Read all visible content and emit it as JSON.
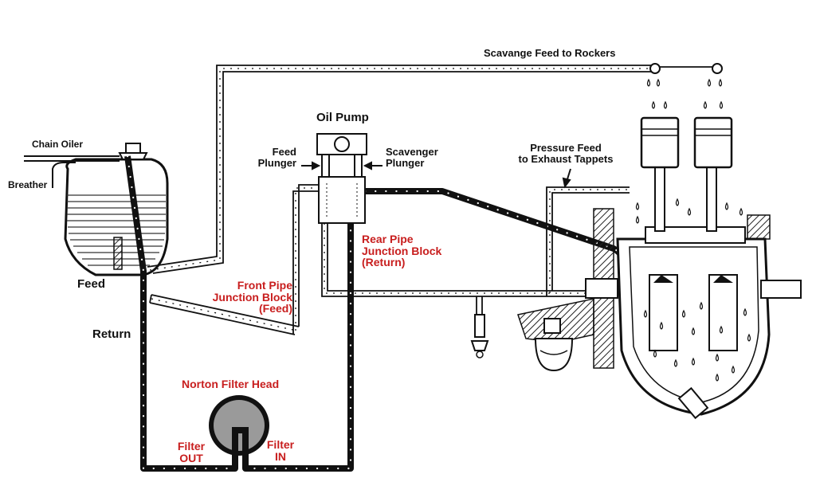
{
  "labels": {
    "scavenge_feed": "Scavange Feed to Rockers",
    "chain_oiler": "Chain Oiler",
    "breather": "Breather",
    "oil_pump": "Oil Pump",
    "feed_plunger_1": "Feed",
    "feed_plunger_2": "Plunger",
    "scavenger_plunger_1": "Scavenger",
    "scavenger_plunger_2": "Plunger",
    "pressure_feed_1": "Pressure Feed",
    "pressure_feed_2": "to Exhaust Tappets",
    "rear_pipe_1": "Rear Pipe",
    "rear_pipe_2": "Junction Block",
    "rear_pipe_3": "(Return)",
    "front_pipe_1": "Front Pipe",
    "front_pipe_2": "Junction Block",
    "front_pipe_3": "(Feed)",
    "feed": "Feed",
    "return": "Return",
    "norton_filter_head": "Norton Filter Head",
    "filter_out_1": "Filter",
    "filter_out_2": "OUT",
    "filter_in_1": "Filter",
    "filter_in_2": "IN"
  },
  "colors": {
    "label_red": "#c81e1e",
    "pipe_black": "#111111",
    "filter_grey": "#9a9a9a"
  }
}
